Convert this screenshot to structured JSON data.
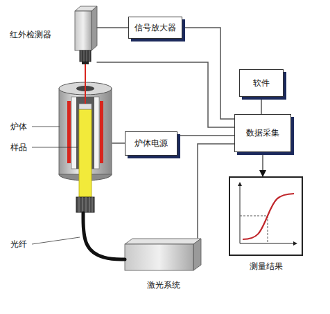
{
  "diagram": {
    "nodes": [
      {
        "text": [
          "红外检测器"
        ]
      },
      {
        "text": [
          "信号放大器"
        ]
      },
      {
        "text": [
          "软件"
        ]
      },
      {
        "text": [
          "数据采集"
        ]
      },
      {
        "text": [
          "炉体"
        ]
      },
      {
        "text": [
          "炉体电源"
        ]
      },
      {
        "text": [
          "激光系统"
        ]
      },
      {
        "text": [
          "测量结果"
        ]
      }
    ],
    "edges": [
      {
        "from": 0,
        "to": 1,
        "arrow": "none"
      },
      {
        "from": 0,
        "to": 3,
        "arrow": "none"
      },
      {
        "from": 1,
        "to": 3,
        "arrow": "none"
      },
      {
        "from": 2,
        "to": 3,
        "arrow": "none"
      },
      {
        "from": 4,
        "to": 5,
        "arrow": "none"
      },
      {
        "from": 5,
        "to": 3,
        "arrow": "none"
      },
      {
        "from": 6,
        "to": 3,
        "arrow": "none"
      },
      {
        "from": 3,
        "to": 7,
        "arrow": "to"
      },
      {
        "from": 6,
        "to": 4,
        "arrow": "none"
      }
    ],
    "labels": [
      "样品",
      "光纤"
    ]
  }
}
